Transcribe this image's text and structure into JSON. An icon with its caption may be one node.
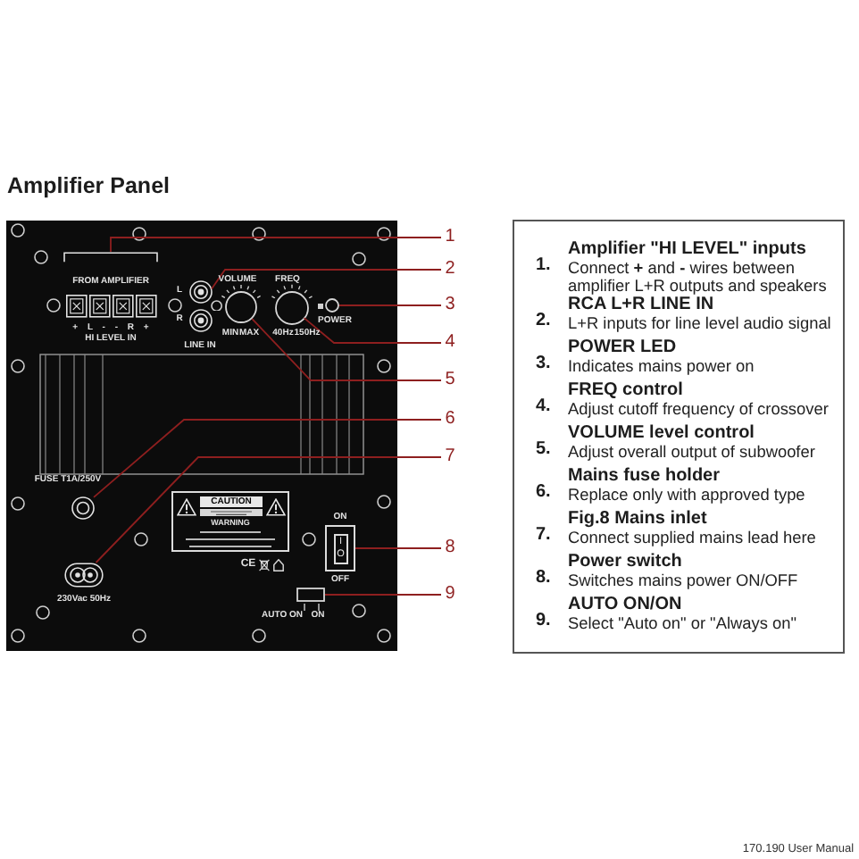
{
  "diagram": {
    "title": "Amplifier Panel",
    "nodes": [
      {
        "text": [],
        "shape": "box"
      },
      {
        "text": [
          "FROM AMPLIFIER"
        ],
        "in": 0,
        "beside": [
          "+ L - - R +",
          "HI LEVEL IN"
        ]
      },
      {
        "text": [],
        "shape": "picture",
        "in": 0,
        "beside": [
          "L",
          "R",
          "LINE IN"
        ]
      },
      {
        "text": [],
        "shape": "circle",
        "in": 0,
        "beside": [
          "VOLUME",
          "MIN",
          "MAX"
        ]
      },
      {
        "text": [],
        "shape": "circle",
        "in": 0,
        "beside": [
          "FREQ",
          "40Hz",
          "150Hz"
        ]
      },
      {
        "text": [],
        "shape": "circle",
        "in": 0,
        "beside": [
          "POWER"
        ]
      },
      {
        "text": [],
        "shape": "picture",
        "in": 0,
        "beside": [
          "FUSE T1A/250V"
        ]
      },
      {
        "text": [
          "CAUTION",
          "WARNING"
        ],
        "in": 0,
        "beside": [
          "CE"
        ]
      },
      {
        "text": [],
        "shape": "picture",
        "in": 0,
        "beside": [
          "230Vac 50Hz"
        ]
      },
      {
        "text": [
          "I",
          "O"
        ],
        "in": 0,
        "beside": [
          "ON",
          "OFF"
        ]
      },
      {
        "text": [],
        "shape": "box",
        "in": 0,
        "beside": [
          "AUTO ON",
          "ON"
        ]
      },
      {
        "text": [
          "1"
        ]
      },
      {
        "text": [
          "2"
        ]
      },
      {
        "text": [
          "3"
        ]
      },
      {
        "text": [
          "4"
        ]
      },
      {
        "text": [
          "5"
        ]
      },
      {
        "text": [
          "6"
        ]
      },
      {
        "text": [
          "7"
        ]
      },
      {
        "text": [
          "8"
        ]
      },
      {
        "text": [
          "9"
        ]
      },
      {
        "text": [
          "1.",
          "Amplifier \"HI LEVEL\" inputs",
          "Connect **+** and **-** wires between amplifier L+R outputs and speakers",
          "2.",
          "RCA L+R LINE IN",
          "L+R inputs for line level audio signal",
          "3.",
          "POWER LED",
          "Indicates mains power on",
          "4.",
          "FREQ control",
          "Adjust cutoff frequency of crossover",
          "5.",
          "VOLUME level control",
          "Adjust overall output of subwoofer",
          "6.",
          "Mains fuse holder",
          "Replace only with approved type",
          "7.",
          "Fig.8 Mains inlet",
          "Connect supplied mains lead here",
          "8.",
          "Power switch",
          "Switches mains power ON/OFF",
          "9.",
          "AUTO ON/ON",
          "Select \"Auto on\" or \"Always on\""
        ]
      }
    ],
    "edges": [
      {
        "from": 11,
        "to": 1,
        "arrow": "none"
      },
      {
        "from": 12,
        "to": 2,
        "arrow": "none"
      },
      {
        "from": 13,
        "to": 5,
        "arrow": "none"
      },
      {
        "from": 14,
        "to": 4,
        "arrow": "none"
      },
      {
        "from": 15,
        "to": 3,
        "arrow": "none"
      },
      {
        "from": 16,
        "to": 6,
        "arrow": "none"
      },
      {
        "from": 17,
        "to": 8,
        "arrow": "none"
      },
      {
        "from": 18,
        "to": 9,
        "arrow": "none"
      },
      {
        "from": 19,
        "to": 10,
        "arrow": "none"
      }
    ],
    "labels": [
      "170.190 User Manual"
    ]
  }
}
